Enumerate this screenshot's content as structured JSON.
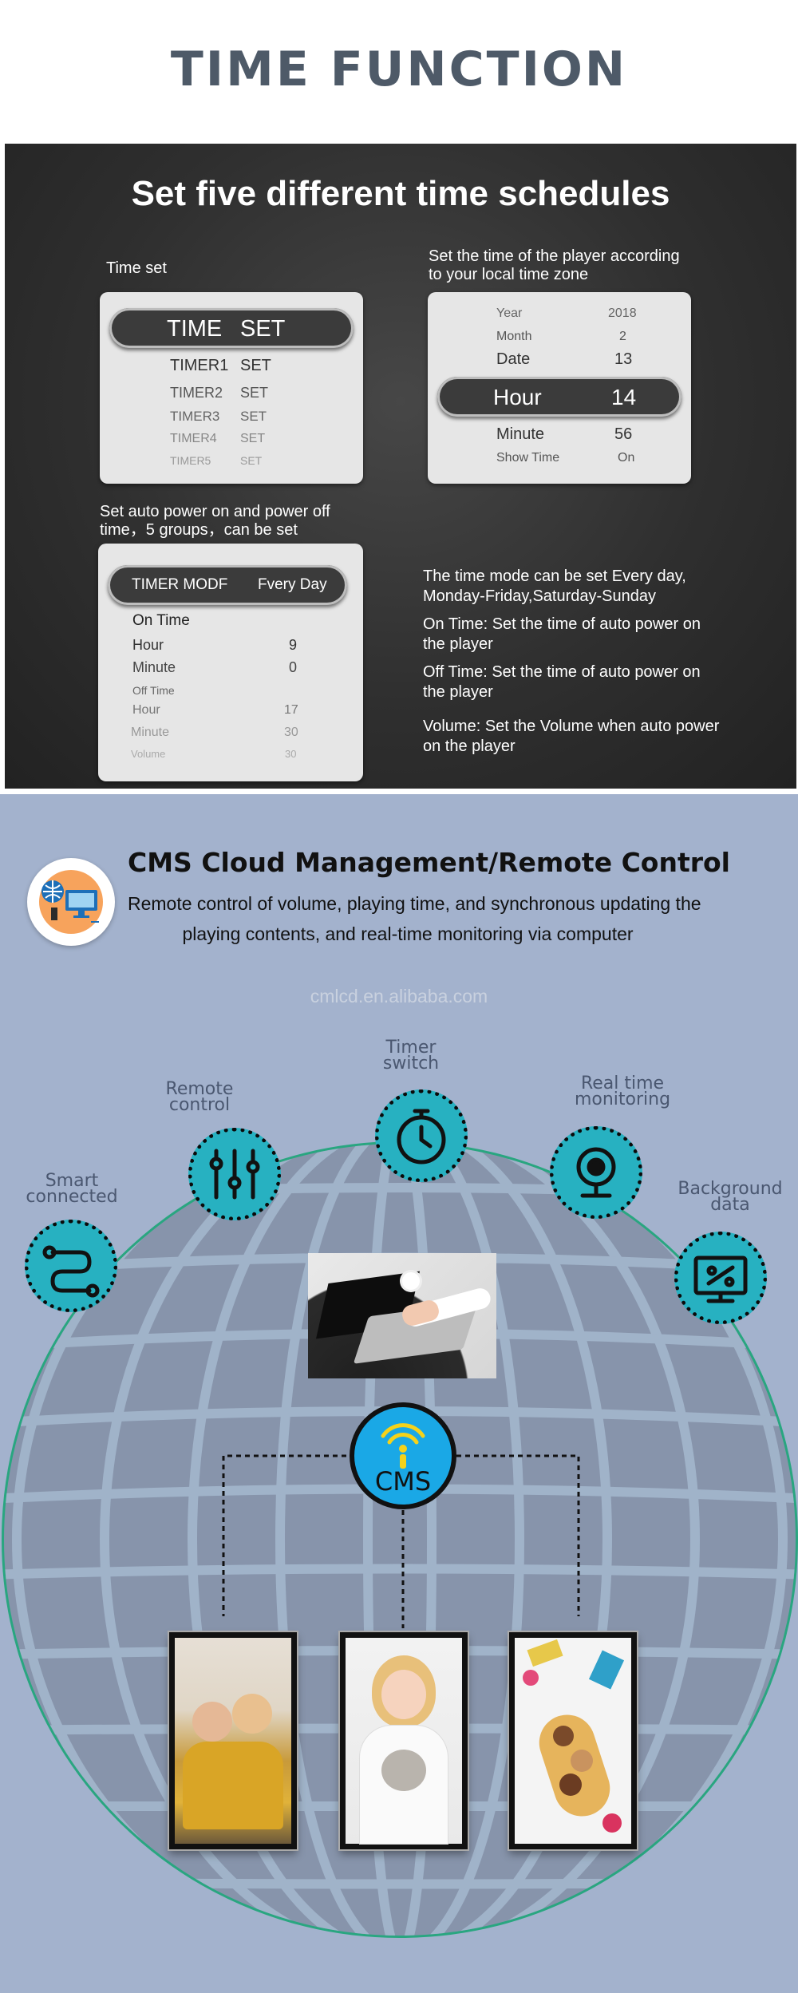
{
  "header": {
    "title": "TIME FUNCTION"
  },
  "time_section": {
    "title": "Set five different time schedules",
    "timer_caption": "Time set",
    "timezone_caption": [
      "Set the time of the player according",
      "to your local time zone"
    ],
    "autopower_caption": [
      "Set auto power on and power off",
      "time，5 groups，can be set"
    ],
    "timer_panel": {
      "header": [
        "TIME",
        "SET"
      ],
      "rows": [
        [
          "TIMER1",
          "SET"
        ],
        [
          "TIMER2",
          "SET"
        ],
        [
          "TIMER3",
          "SET"
        ],
        [
          "TIMER4",
          "SET"
        ],
        [
          "TIMER5",
          "SET"
        ]
      ]
    },
    "clock_panel": {
      "rows": [
        [
          "Year",
          "2018"
        ],
        [
          "Month",
          "2"
        ],
        [
          "Date",
          "13"
        ]
      ],
      "highlight": [
        "Hour",
        "14"
      ],
      "rows_after": [
        [
          "Minute",
          "56"
        ],
        [
          "Show Time",
          "On"
        ]
      ]
    },
    "power_panel": {
      "header": [
        "TIMER MODF",
        "Fvery Day"
      ],
      "on_label": "On Time",
      "on_rows": [
        [
          "Hour",
          "9"
        ],
        [
          "Minute",
          "0"
        ]
      ],
      "off_label": "Off Time",
      "off_rows": [
        [
          "Hour",
          "17"
        ],
        [
          "Minute",
          "30"
        ],
        [
          "Volume",
          "30"
        ]
      ]
    },
    "descriptions": [
      [
        "The time mode can be set Every day,",
        "Monday-Friday,Saturday-Sunday"
      ],
      [
        "On Time: Set the time of auto power on",
        "the player"
      ],
      [
        "Off Time: Set the time of auto power on",
        "the player"
      ],
      [
        "Volume: Set the Volume when auto power",
        "on the player"
      ]
    ]
  },
  "cms_section": {
    "title": "CMS Cloud Management/Remote Control",
    "subtitle_line1": "Remote control of volume, playing time, and synchronous updating the",
    "subtitle_line2": "playing contents, and real-time monitoring via computer",
    "watermark": "cmlcd.en.alibaba.com",
    "center_label": "CMS",
    "nodes": [
      {
        "label": [
          "Smart",
          "connected"
        ],
        "icon": "smart-connected-icon"
      },
      {
        "label": [
          "Remote",
          "control"
        ],
        "icon": "sliders-icon"
      },
      {
        "label": [
          "Timer",
          "switch"
        ],
        "icon": "stopwatch-icon"
      },
      {
        "label": [
          "Real time",
          "monitoring"
        ],
        "icon": "webcam-icon"
      },
      {
        "label": [
          "Background",
          "data"
        ],
        "icon": "monitor-chart-icon"
      }
    ],
    "colors": {
      "node": "#27b1c1",
      "globe": "#8794ab",
      "background": "#a3b2cd",
      "globe_edge": "#29a680"
    }
  }
}
